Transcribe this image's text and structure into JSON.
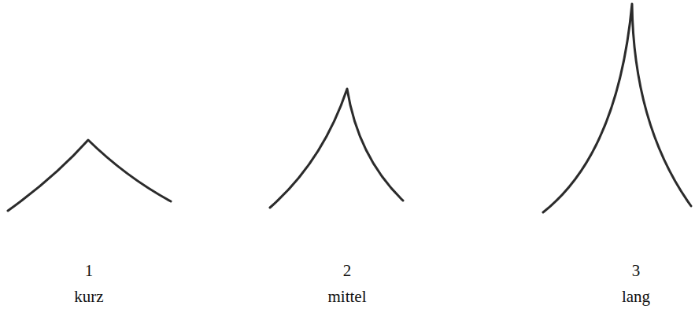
{
  "diagram": {
    "labels": [
      "1",
      "kurz",
      "2",
      "mittel",
      "3",
      "lang"
    ]
  }
}
